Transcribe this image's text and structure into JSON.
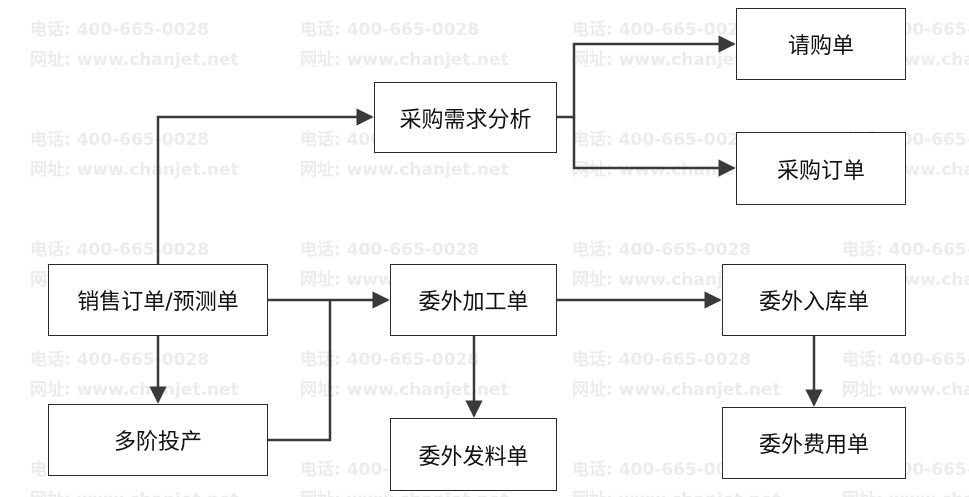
{
  "watermark": {
    "phone": "电话: 400-665-0028",
    "website": "网址: www.chanjet.net"
  },
  "nodes": {
    "xiaoshou": "销售订单/预测单",
    "duojie": "多阶投产",
    "xuqiu": "采购需求分析",
    "jiagong": "委外加工单",
    "faliao": "委外发料单",
    "qinggou": "请购单",
    "dingdan": "采购订单",
    "ruku": "委外入库单",
    "feiyong": "委外费用单"
  },
  "colors": {
    "line": "#3a3a3a",
    "border": "#2b2b2b",
    "watermark": "#ececec"
  }
}
